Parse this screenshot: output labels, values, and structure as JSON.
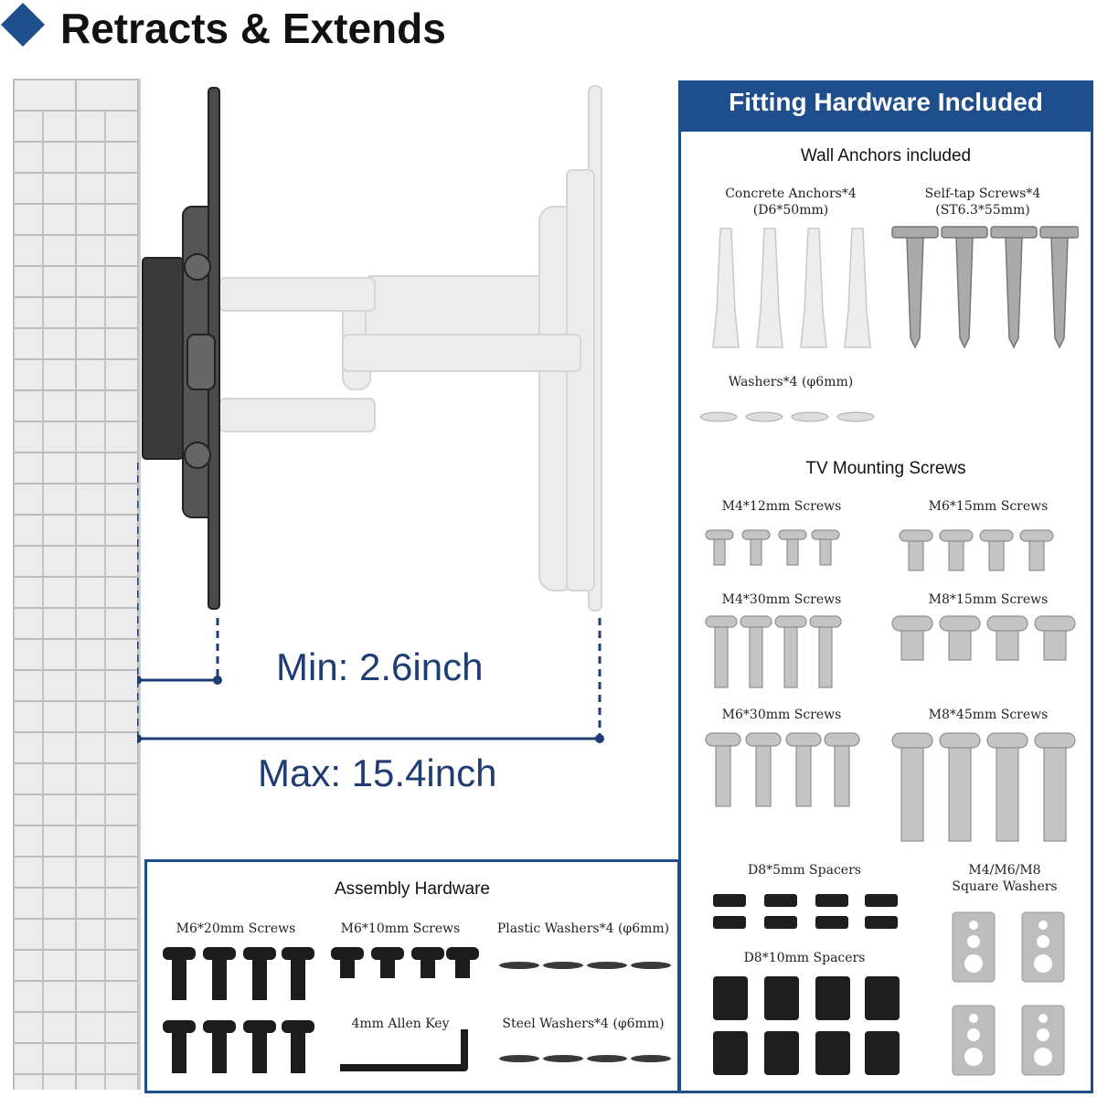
{
  "header": {
    "title": "Retracts & Extends",
    "accent_color": "#1f4e8c"
  },
  "dimensions": {
    "min": "Min: 2.6inch",
    "max": "Max: 15.4inch"
  },
  "fitting_panel": {
    "title": "Fitting Hardware Included",
    "wall_anchors": {
      "title": "Wall Anchors included",
      "concrete_label_line1": "Concrete Anchors*4",
      "concrete_label_line2": "(D6*50mm)",
      "selftap_label_line1": "Self-tap Screws*4",
      "selftap_label_line2": "(ST6.3*55mm)",
      "washers_label": "Washers*4 (φ6mm)"
    },
    "tv_screws": {
      "title": "TV Mounting Screws",
      "m4_12": "M4*12mm Screws",
      "m6_15": "M6*15mm Screws",
      "m4_30": "M4*30mm Screws",
      "m8_15": "M8*15mm Screws",
      "m6_30": "M6*30mm Screws",
      "m8_45": "M8*45mm Screws"
    },
    "spacers": {
      "d8_5": "D8*5mm Spacers",
      "d8_10": "D8*10mm Spacers",
      "square_line1": "M4/M6/M8",
      "square_line2": "Square Washers"
    }
  },
  "assembly": {
    "title": "Assembly Hardware",
    "m6_20": "M6*20mm Screws",
    "m6_10": "M6*10mm Screws",
    "plastic_washers": "Plastic Washers*4 (φ6mm)",
    "allen_key": "4mm Allen Key",
    "steel_washers": "Steel Washers*4 (φ6mm)"
  }
}
